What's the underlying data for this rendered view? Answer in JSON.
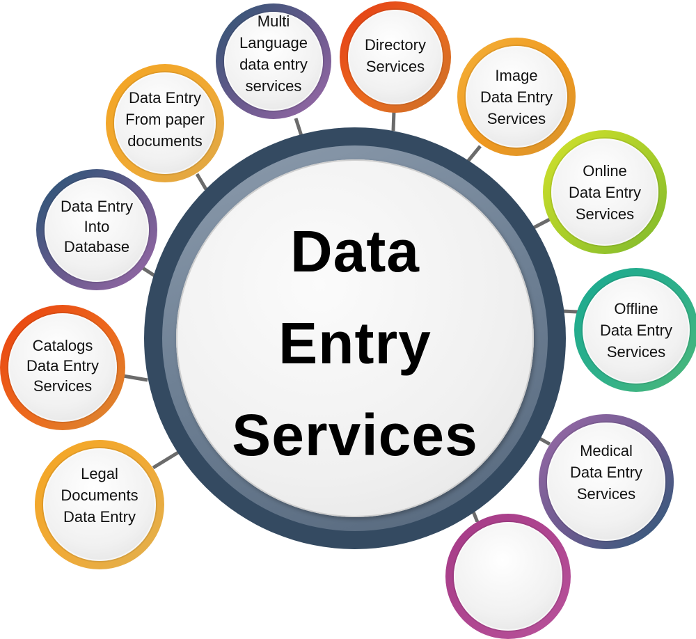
{
  "hub": {
    "title_lines": [
      "Data",
      "Entry",
      "Services"
    ],
    "ring_outer_color": "#344a61",
    "ring_inner_color": "#7a8a9c"
  },
  "services": [
    {
      "id": "multi-language",
      "lines": [
        "Multi",
        "Language",
        "data entry",
        "services"
      ],
      "ring_colors": [
        "#2d5472",
        "#8b5ea0"
      ]
    },
    {
      "id": "directory",
      "lines": [
        "Directory",
        "Services"
      ],
      "ring_colors": [
        "#e8481a",
        "#e37a22"
      ]
    },
    {
      "id": "image",
      "lines": [
        "Image",
        "Data Entry",
        "Services"
      ],
      "ring_colors": [
        "#f0a32e",
        "#e98a1d"
      ]
    },
    {
      "id": "online",
      "lines": [
        "Online",
        "Data Entry",
        "Services"
      ],
      "ring_colors": [
        "#c3d82c",
        "#7fba2c"
      ]
    },
    {
      "id": "offline",
      "lines": [
        "Offline",
        "Data Entry",
        "Services"
      ],
      "ring_colors": [
        "#1fae8f",
        "#45b577"
      ]
    },
    {
      "id": "medical",
      "lines": [
        "Medical",
        "Data Entry",
        "Services"
      ],
      "ring_colors": [
        "#8a5d95",
        "#2a5a78"
      ]
    },
    {
      "id": "data-entry-paper",
      "lines": [
        "Data Entry",
        "From paper",
        "documents"
      ],
      "ring_colors": [
        "#f2a52a",
        "#e39c2f"
      ]
    },
    {
      "id": "data-entry-database",
      "lines": [
        "Data Entry",
        "Into",
        "Database"
      ],
      "ring_colors": [
        "#2a5573",
        "#8c5f9c"
      ]
    },
    {
      "id": "catalogs",
      "lines": [
        "Catalogs",
        "Data Entry",
        "Services"
      ],
      "ring_colors": [
        "#ec4a16",
        "#e9812c"
      ]
    },
    {
      "id": "legal",
      "lines": [
        "Legal",
        "Documents",
        "Data Entry"
      ],
      "ring_colors": [
        "#f3a52b",
        "#e8a63b"
      ]
    },
    {
      "id": "partial-bottom",
      "lines": [],
      "ring_colors": [
        "#a53a86",
        "#b14a8f"
      ]
    }
  ]
}
